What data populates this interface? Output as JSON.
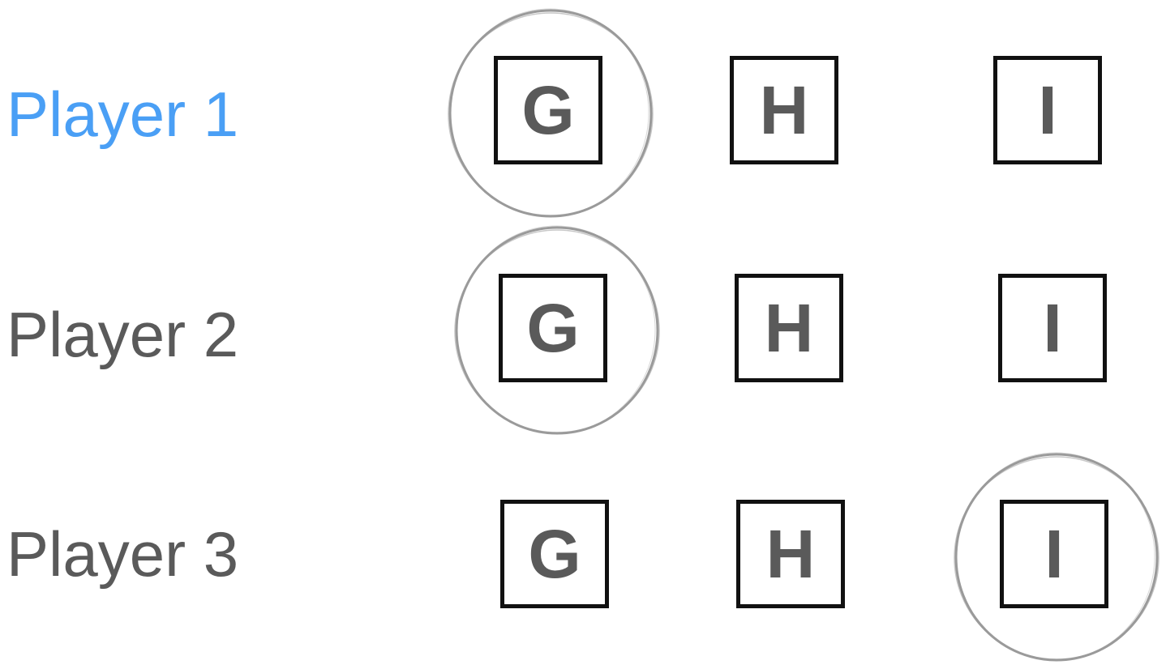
{
  "colors": {
    "highlight_label": "#4a9ff5",
    "label": "#5a5a5a",
    "letter": "#5a5a5a",
    "box_border": "#111111",
    "circle": "#9a9a9a"
  },
  "players": [
    {
      "label": "Player 1",
      "highlighted": true,
      "options": [
        "G",
        "H",
        "I"
      ],
      "selected": "G"
    },
    {
      "label": "Player 2",
      "highlighted": false,
      "options": [
        "G",
        "H",
        "I"
      ],
      "selected": "G"
    },
    {
      "label": "Player 3",
      "highlighted": false,
      "options": [
        "G",
        "H",
        "I"
      ],
      "selected": "I"
    }
  ]
}
